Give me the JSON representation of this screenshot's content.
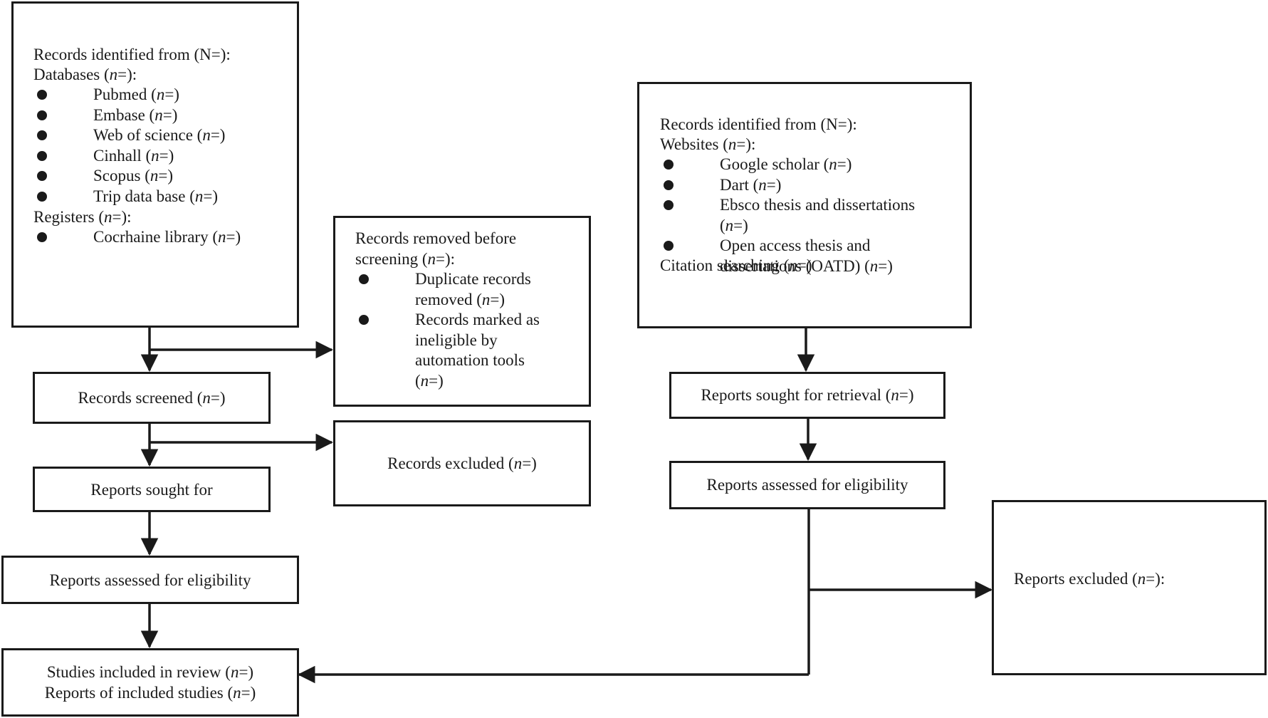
{
  "db_box": {
    "title": "Records identified from (N=):",
    "databases_label": "Databases (",
    "databases": [
      {
        "name": "Pubmed",
        "count": "n"
      },
      {
        "name": "Embase",
        "count": "n"
      },
      {
        "name": "Web of science",
        "count": "n"
      },
      {
        "name": "Cinhall",
        "count": "n"
      },
      {
        "name": "Scopus",
        "count": "n"
      },
      {
        "name": "Trip data base",
        "count": "n"
      }
    ],
    "registers_label": "Registers (",
    "registers": [
      {
        "name": "Cocrhaine library",
        "count": "n"
      }
    ]
  },
  "removed_box": {
    "line1": "Records removed before",
    "line2": "screening (",
    "items": [
      {
        "lines": [
          "Duplicate records",
          "removed ("
        ]
      },
      {
        "lines": [
          "Records marked as",
          "ineligible by",
          "automation tools",
          "("
        ]
      }
    ]
  },
  "screened_box": {
    "label": "Records screened (",
    "n": "n"
  },
  "excluded_box": {
    "label": "Records excluded (",
    "n": "n"
  },
  "sought_left_box": {
    "label": "Reports sought for"
  },
  "assessed_left_box": {
    "label": "Reports assessed for eligibility"
  },
  "included_box": {
    "line1_label": "Studies included in review (",
    "line2_label": "Reports of included studies (",
    "n": "n"
  },
  "web_box": {
    "title": "Records identified from (N=):",
    "websites_label": "Websites (",
    "websites": [
      {
        "lines": [
          "Google scholar ("
        ]
      },
      {
        "lines": [
          "Dart ("
        ]
      },
      {
        "lines": [
          "Ebsco thesis and dissertations",
          "("
        ]
      },
      {
        "lines": [
          "Open access thesis and",
          "dissertations (OATD) ("
        ]
      }
    ],
    "citation_label": "Citation searching ("
  },
  "sought_right_box": {
    "label": "Reports sought for retrieval (",
    "n": "n"
  },
  "assessed_right_box": {
    "label": "Reports assessed for eligibility"
  },
  "reports_excluded_box": {
    "label": "Reports excluded (",
    "n": "n",
    "suffix": "=):"
  },
  "n_suffix": "=)",
  "n_suffix_colon": "=):"
}
